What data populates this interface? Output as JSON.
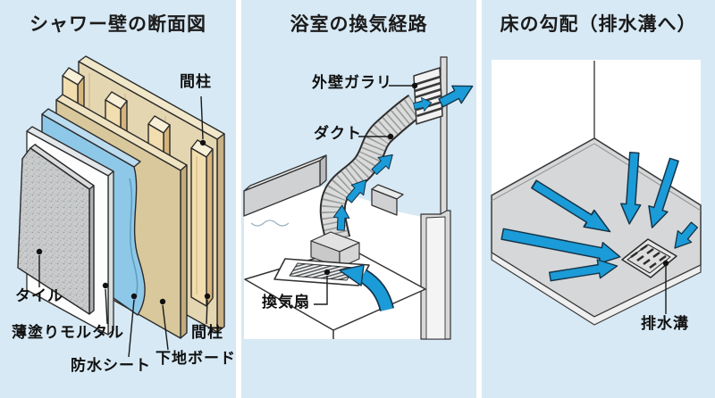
{
  "colors": {
    "background": "#d7e9f4",
    "accent_blue": "#1b9cd8",
    "arrow_outline": "#15354a",
    "wood": "#f1ddae",
    "base_board": "#d9c89c",
    "waterproof_sheet": "#8ec8e8",
    "tile_gray": "#c9cbcc"
  },
  "panels": [
    {
      "title": "シャワー壁の断面図",
      "labels": {
        "stud_top": "間柱",
        "tile": "タイル",
        "mortar": "薄塗りモルタル",
        "sheet": "防水シート",
        "board": "下地ボード",
        "stud_bottom": "間柱"
      }
    },
    {
      "title": "浴室の換気経路",
      "labels": {
        "louver": "外壁ガラリ",
        "duct": "ダクト",
        "fan": "換気扇"
      }
    },
    {
      "title": "床の勾配（排水溝へ）",
      "labels": {
        "drain": "排水溝"
      }
    }
  ]
}
